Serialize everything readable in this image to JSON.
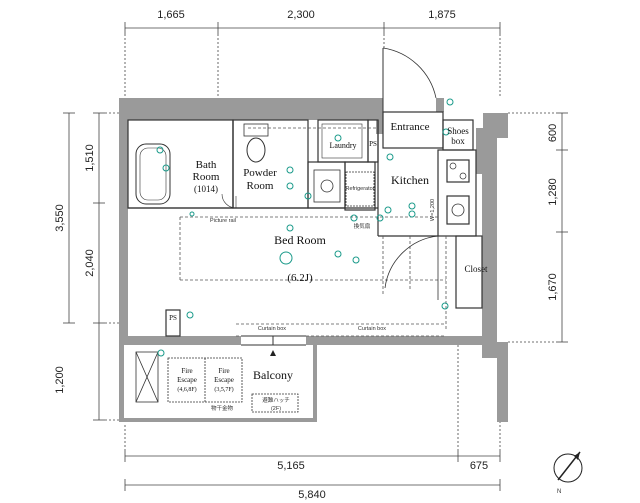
{
  "dimensions": {
    "top": [
      "1,665",
      "2,300",
      "1,875"
    ],
    "left": [
      "3,550",
      "1,510",
      "2,040",
      "1,200"
    ],
    "right": [
      "600",
      "1,280",
      "1,670"
    ],
    "bottom_upper": [
      "5,165",
      "675"
    ],
    "bottom_lower": "5,840"
  },
  "rooms": {
    "bath_line1": "Bath",
    "bath_line2": "Room",
    "bath_size": "(1014)",
    "powder_line1": "Powder",
    "powder_line2": "Room",
    "laundry": "Laundry",
    "ps_top": "PS",
    "entrance": "Entrance",
    "shoes_line1": "Shoes",
    "shoes_line2": "box",
    "kitchen": "Kitchen",
    "refrigerator": "Refrigerator",
    "w_label": "W=1,200",
    "kitchen_mark": "換気扇",
    "bedroom": "Bed Room",
    "bedroom_size": "(6.2J)",
    "picture_rail": "Picture rail",
    "closet": "Closet",
    "ps_left": "PS",
    "curtain_left": "Curtain box",
    "curtain_right": "Curtain box",
    "balcony": "Balcony",
    "fire1_line1": "Fire",
    "fire1_line2": "Escape",
    "fire1_line3": "(4,6,8F)",
    "fire2_line1": "Fire",
    "fire2_line2": "Escape",
    "fire2_line3": "(3,5,7F)",
    "balcony_note1": "避難ハッチ",
    "balcony_note2": "(2F)",
    "balcony_note3": "物干金物"
  },
  "compass": {
    "label": "N"
  },
  "colors": {
    "wall": "#9a9a9a",
    "line": "#333333",
    "outlet": "#1a9a8a"
  }
}
